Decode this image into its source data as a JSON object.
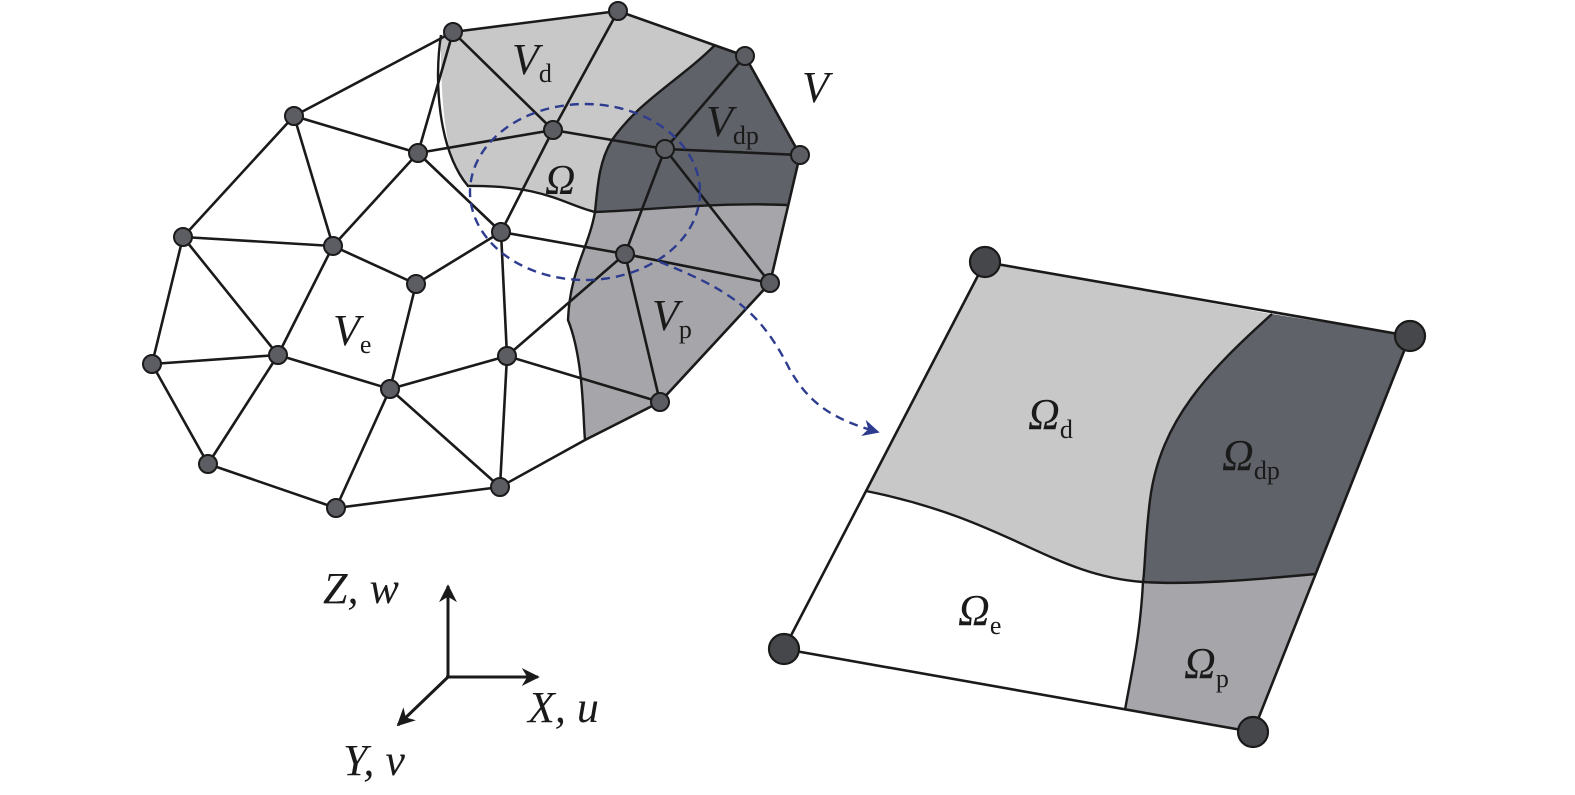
{
  "colors": {
    "region_d": "#c8c8c8",
    "region_dp": "#606269",
    "region_p": "#a6a6aa",
    "region_e": "#ffffff",
    "stroke": "#1a1a1a",
    "node_fill": "#5b5d62",
    "callout_blue": "#2e3c8f"
  },
  "mesh_labels": {
    "V": {
      "main": "V",
      "sub": ""
    },
    "Vd": {
      "main": "V",
      "sub": "d"
    },
    "Vdp": {
      "main": "V",
      "sub": "dp"
    },
    "Vp": {
      "main": "V",
      "sub": "p"
    },
    "Ve": {
      "main": "V",
      "sub": "e"
    },
    "Omega": {
      "main": "Ω",
      "sub": ""
    }
  },
  "element_labels": {
    "Od": {
      "main": "Ω",
      "sub": "d"
    },
    "Odp": {
      "main": "Ω",
      "sub": "dp"
    },
    "Oe": {
      "main": "Ω",
      "sub": "e"
    },
    "Op": {
      "main": "Ω",
      "sub": "p"
    }
  },
  "axes": {
    "z": "Z, w",
    "x": "X, u",
    "y": "Y, v"
  }
}
